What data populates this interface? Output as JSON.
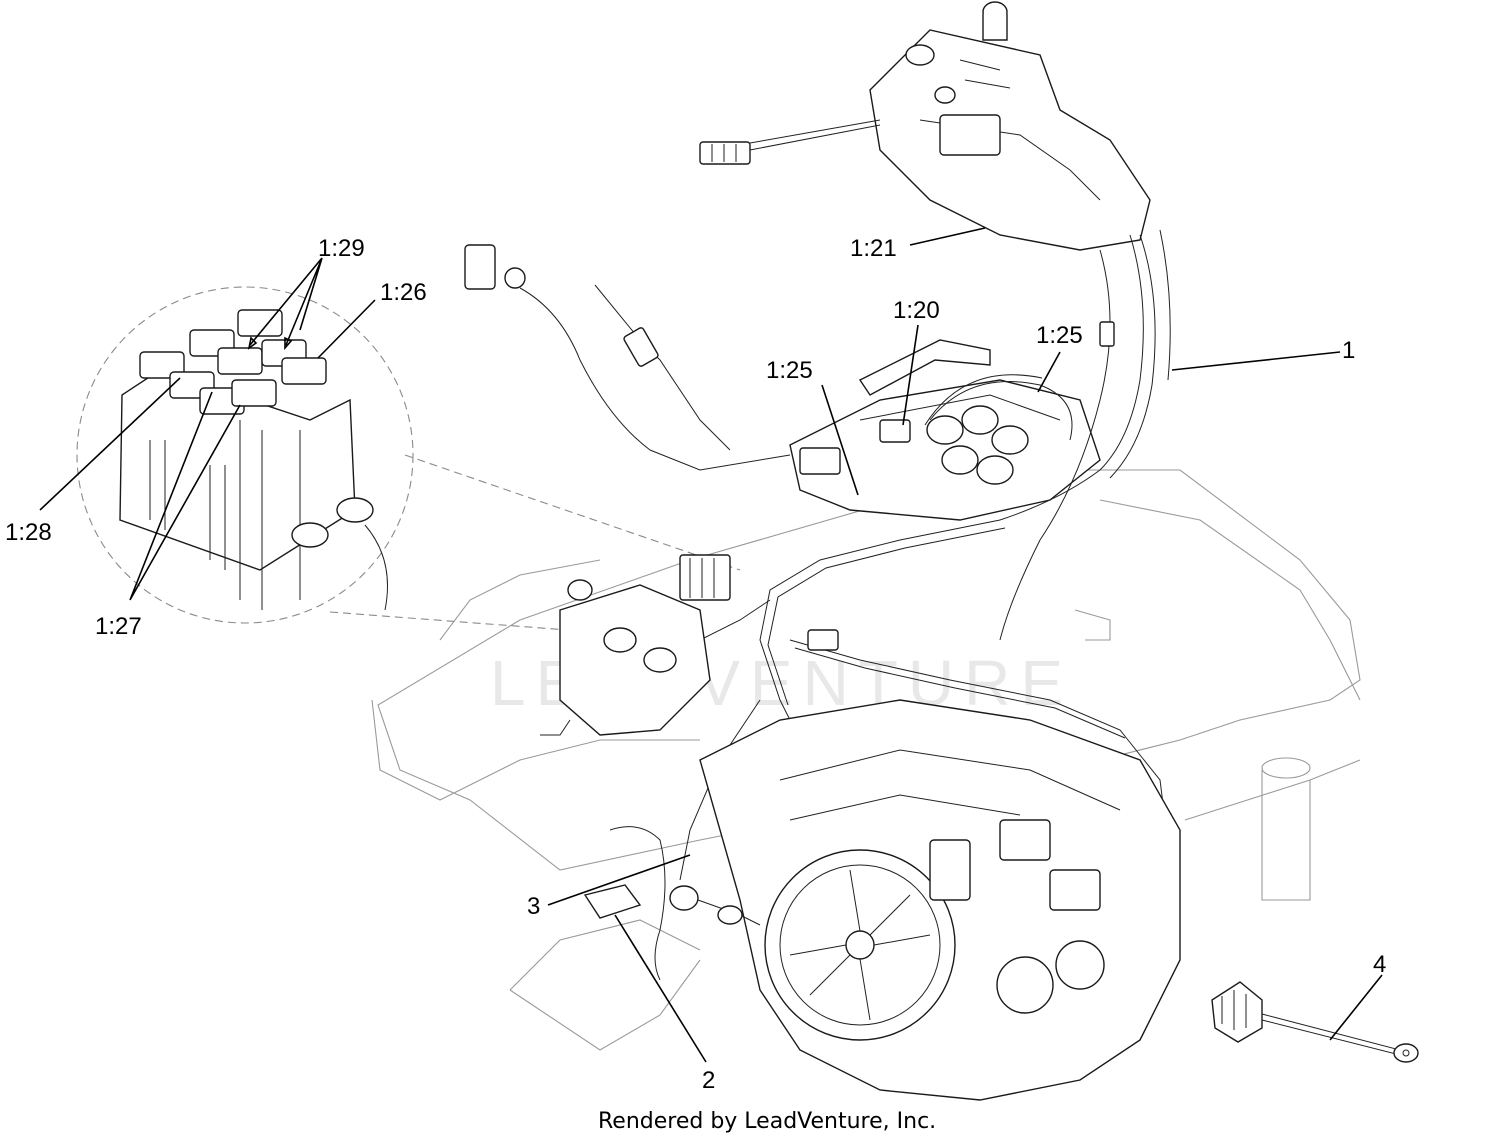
{
  "callouts": {
    "c1_29": "1:29",
    "c1_26": "1:26",
    "c1_28": "1:28",
    "c1_27": "1:27",
    "c1_21": "1:21",
    "c1_20": "1:20",
    "c1_25a": "1:25",
    "c1_25b": "1:25",
    "c1": "1",
    "c2": "2",
    "c3": "3",
    "c4": "4"
  },
  "footer": "Rendered by LeadVenture, Inc.",
  "watermark": "LEADVENTURE"
}
